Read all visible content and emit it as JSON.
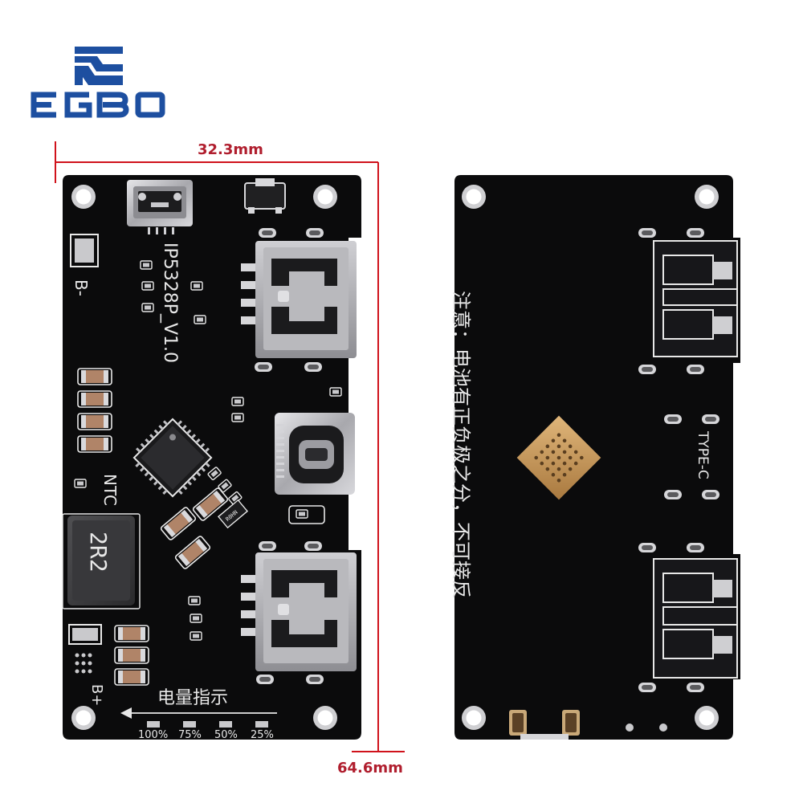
{
  "brand": {
    "name": "EGBO",
    "color": "#1d4fa0"
  },
  "dimensions": {
    "width_label": "32.3mm",
    "height_label": "64.6mm",
    "line_color": "#d0121b",
    "text_color": "#b01e2e"
  },
  "front_board": {
    "model_label": "IP5328P_V1.0",
    "b_minus": "B-",
    "b_plus": "B+",
    "ntc": "NTC",
    "inductor": "2R2",
    "battery_indicator_label": "电量指示",
    "arrow": "←",
    "led_levels": [
      "100%",
      "75%",
      "50%",
      "25%"
    ],
    "small_marking": "R0HN"
  },
  "back_board": {
    "warning_text": "注意：电池有正负极之分，不可接反",
    "port_label": "TYPE-C"
  },
  "colors": {
    "pcb": "#0b0b0c",
    "silk": "#e8e8e8",
    "gold": "#c89a5a",
    "metal": "#b9b9bd",
    "cap": "#b08468"
  }
}
